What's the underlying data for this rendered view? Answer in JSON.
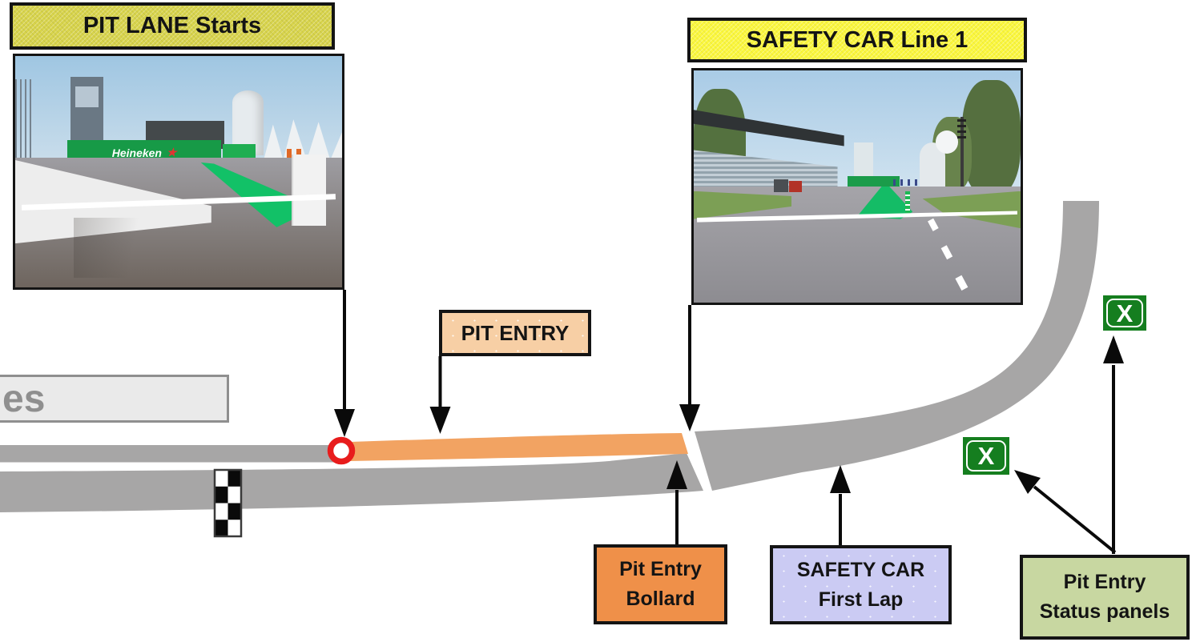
{
  "callouts": {
    "pit_lane_starts": "PIT LANE Starts",
    "safety_car_line_1": "SAFETY CAR Line 1",
    "pit_entry": "PIT ENTRY",
    "pit_entry_bollard": {
      "line1": "Pit Entry",
      "line2": "Bollard"
    },
    "safety_car_first_lap": {
      "line1": "SAFETY CAR",
      "line2": "First Lap"
    },
    "pit_entry_status_panels": {
      "line1": "Pit Entry",
      "line2": "Status panels"
    },
    "pit_building_label_partial": "es"
  },
  "markers": {
    "status_panel_symbol": "X",
    "finish_line": "checkered-flag",
    "pit_lane_start_marker": "red-circle",
    "photo_banner_text": "Heineken"
  },
  "colors": {
    "yellow-olive": "#d8d44c",
    "yellow-bright": "#fbf73d",
    "peach": "#f7cfa5",
    "orange-label": "#ef9049",
    "lavender": "#cbcbf3",
    "green-label": "#c8d7a1",
    "track-gray": "#a7a6a6",
    "entry-orange": "#f2a362",
    "panel-green": "#157e1f",
    "ring-red": "#e81c1c",
    "box-gray": "#eaeaea"
  }
}
